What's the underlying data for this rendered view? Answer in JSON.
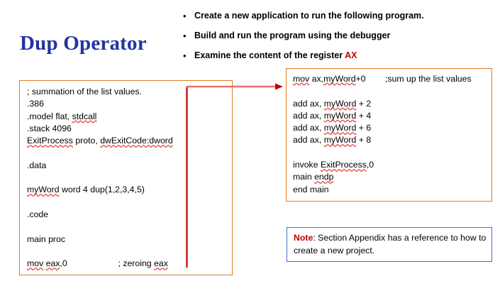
{
  "slide": {
    "title": "Dup Operator",
    "title_color": "#23339f"
  },
  "bullets": [
    {
      "marker": "•",
      "text": "Create a new application to run the following program.",
      "highlight": ""
    },
    {
      "marker": "•",
      "text": "Build and run the program using the debugger",
      "highlight": ""
    },
    {
      "marker": "•",
      "text": "Examine the content of the register ",
      "highlight": "AX"
    }
  ],
  "left_code_box": {
    "border_color": "#e07b20",
    "lines": [
      "; summation of the list values.",
      ".386",
      ".model flat, stdcall",
      ".stack 4096",
      "ExitProcess proto, dwExitCode:dword",
      "",
      ".data",
      "",
      "myWord word 4 dup(1,2,3,4,5)",
      "",
      ".code",
      "",
      "main proc",
      "",
      "mov eax,0                     ; zeroing eax"
    ]
  },
  "right_code_box": {
    "border_color": "#e07b20",
    "lines": [
      "mov ax,myWord+0        ;sum up the list values",
      "",
      "add ax, myWord + 2",
      "add ax, myWord + 4",
      "add ax, myWord + 6",
      "add ax, myWord + 8",
      "",
      "invoke ExitProcess,0",
      "main endp",
      "end main"
    ]
  },
  "note_box": {
    "border_color": "#4671c6",
    "label": "Note",
    "label_color": "#c00000",
    "text": ": Section Appendix has a reference to how to create a new project."
  },
  "connector": {
    "name": "arrow-left-box-to-right-box",
    "color": "#c00000",
    "accent_color": "#e8716b"
  }
}
